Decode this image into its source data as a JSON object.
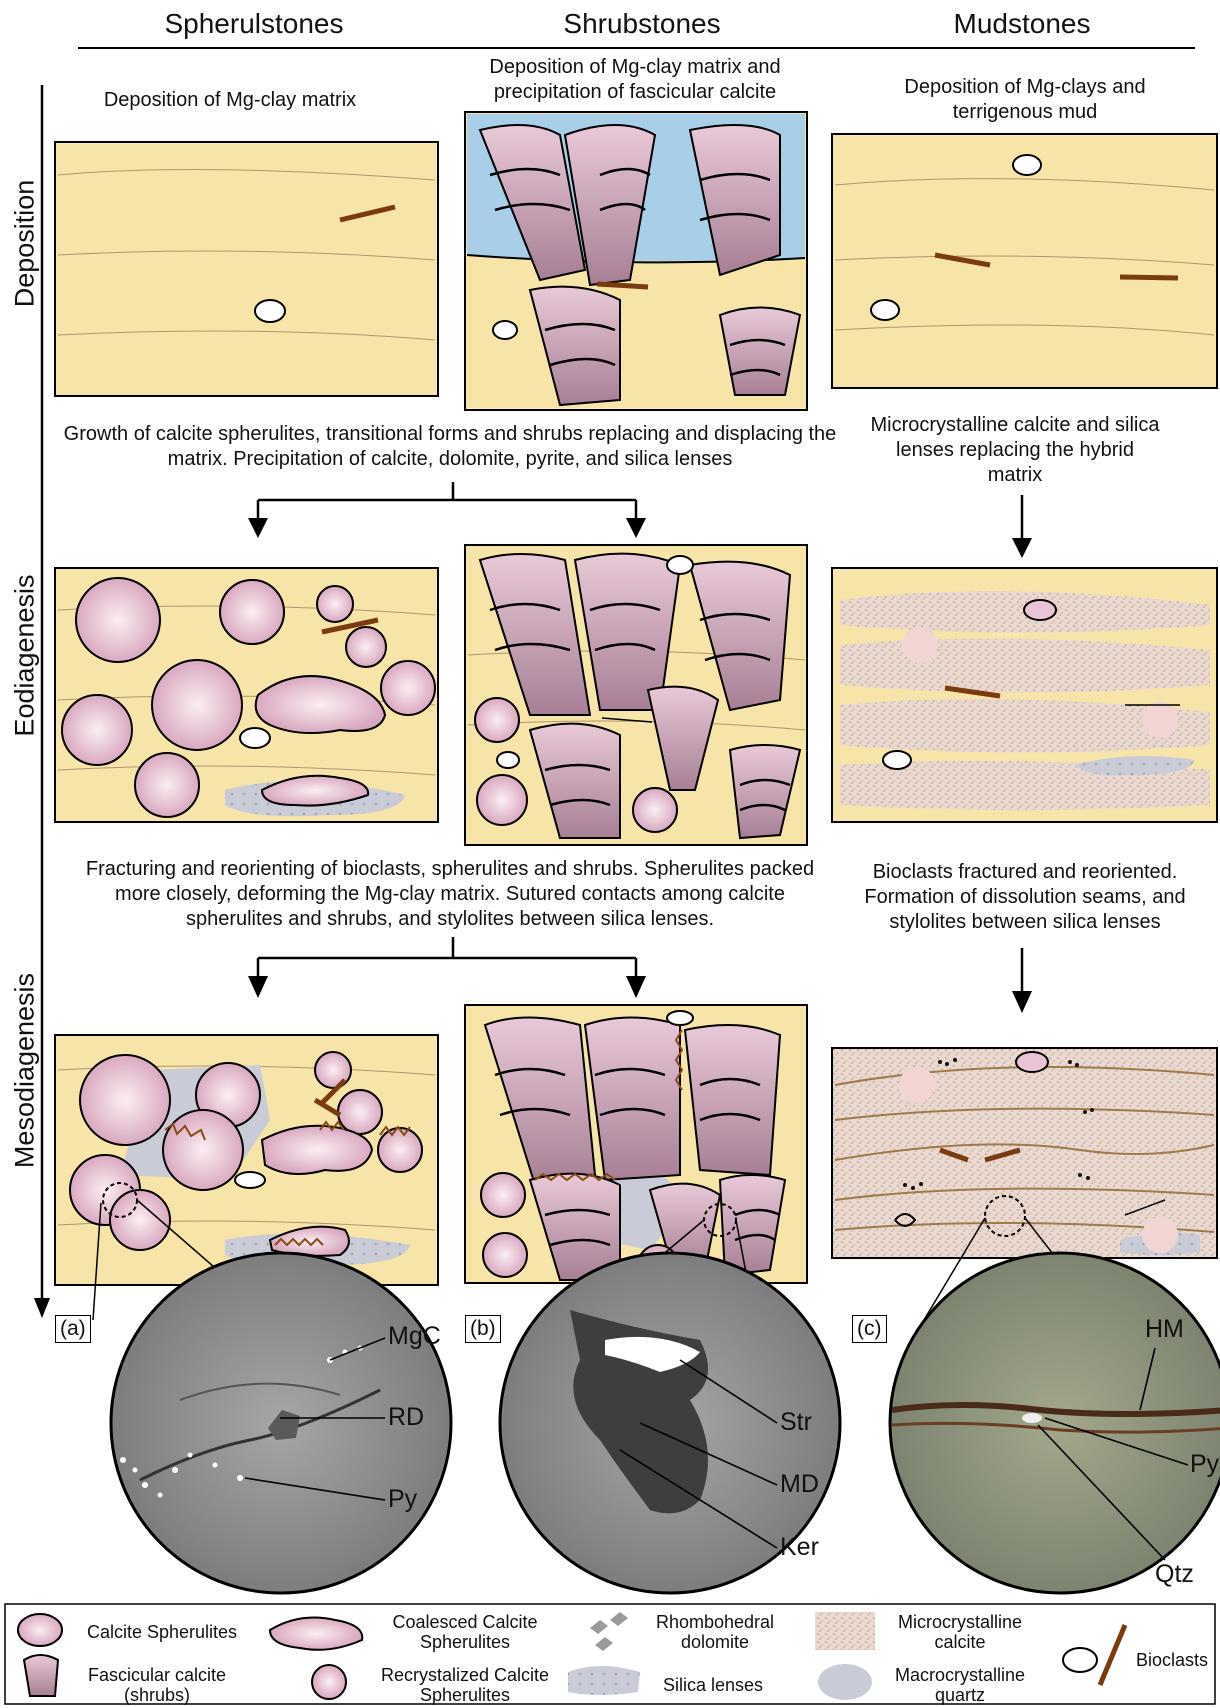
{
  "columns": [
    "Spherulstones",
    "Shrubstones",
    "Mudstones"
  ],
  "stages": [
    "Deposition",
    "Eodiagenesis",
    "Mesodiagenesis"
  ],
  "captions": {
    "spherul_deposition": "Deposition of Mg-clay matrix",
    "shrub_deposition": "Deposition of Mg-clay matrix and precipitation of fascicular calcite",
    "mud_deposition": "Deposition of Mg-clays and terrigenous mud",
    "eo_spherul_shrub": "Growth of calcite spherulites, transitional forms and shrubs replacing and displacing the matrix. Precipitation of calcite, dolomite, pyrite, and silica lenses",
    "eo_mud": "Microcrystalline calcite and silica lenses replacing the hybrid matrix",
    "meso_spherul_shrub": "Fracturing and reorienting of bioclasts, spherulites and shrubs. Spherulites packed more closely, deforming the Mg-clay matrix. Sutured contacts among calcite spherulites and shrubs, and stylolites between silica lenses.",
    "meso_mud": "Bioclasts fractured and reoriented. Formation of dissolution seams, and stylolites between silica lenses"
  },
  "panel_letters": [
    "(a)",
    "(b)",
    "(c)"
  ],
  "callouts": {
    "a": [
      "MgC",
      "RD",
      "Py"
    ],
    "b": [
      "Str",
      "MD",
      "Ker"
    ],
    "c": [
      "HM",
      "Py",
      "Qtz"
    ]
  },
  "legend": [
    "Calcite Spherulites",
    "Coalesced Calcite Spherulites",
    "Rhombohedral dolomite",
    "Microcrystalline calcite",
    "Bioclasts",
    "Fascicular calcite (shrubs)",
    "Recrystalized Calcite Spherulites",
    "Silica lenses",
    "Macrocrystalline quartz"
  ],
  "colors": {
    "matrix": "#f6e4a8",
    "water": "#a9cfe8",
    "spherulite": "#e8c4d4",
    "bioclast": "#b8652a",
    "silica": "#c9ccd6",
    "microcalcite": "#e6d9c6"
  }
}
